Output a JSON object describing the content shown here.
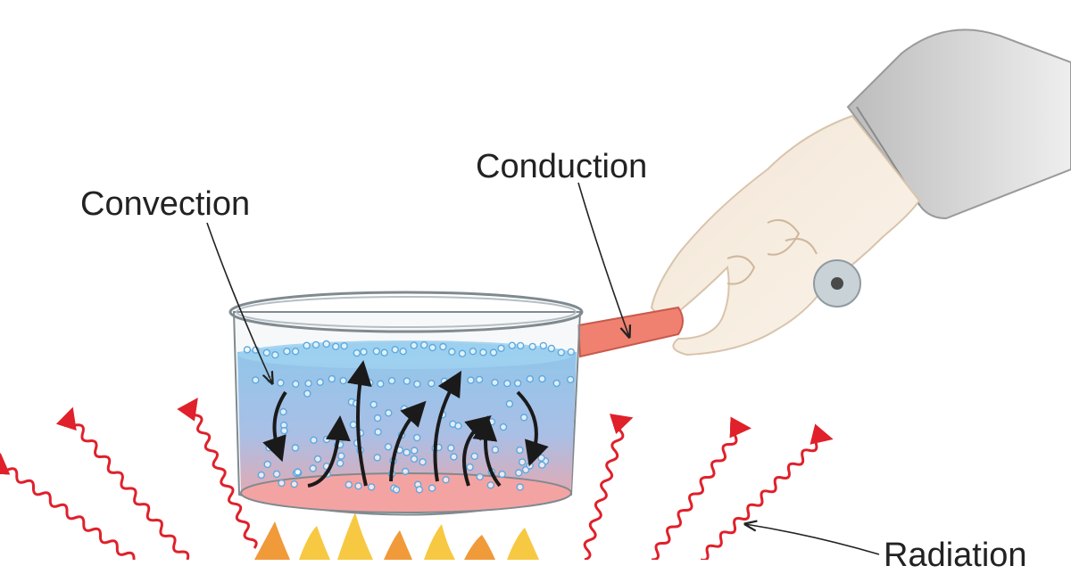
{
  "labels": {
    "convection": "Convection",
    "conduction": "Conduction",
    "radiation": "Radiation"
  },
  "colors": {
    "radiation_arrow": "#e0202a",
    "water_top": "#8fc6ea",
    "water_bottom": "#f4a3a3",
    "handle": "#f08070",
    "flame_yellow": "#f7c842",
    "flame_orange": "#f09a3a",
    "convection_arrow": "#1a1a1a",
    "bubble": "#5aa9e0"
  },
  "icons": [
    "pot",
    "hand",
    "flame",
    "radiation-arrow",
    "convection-arrow",
    "leader-line"
  ]
}
